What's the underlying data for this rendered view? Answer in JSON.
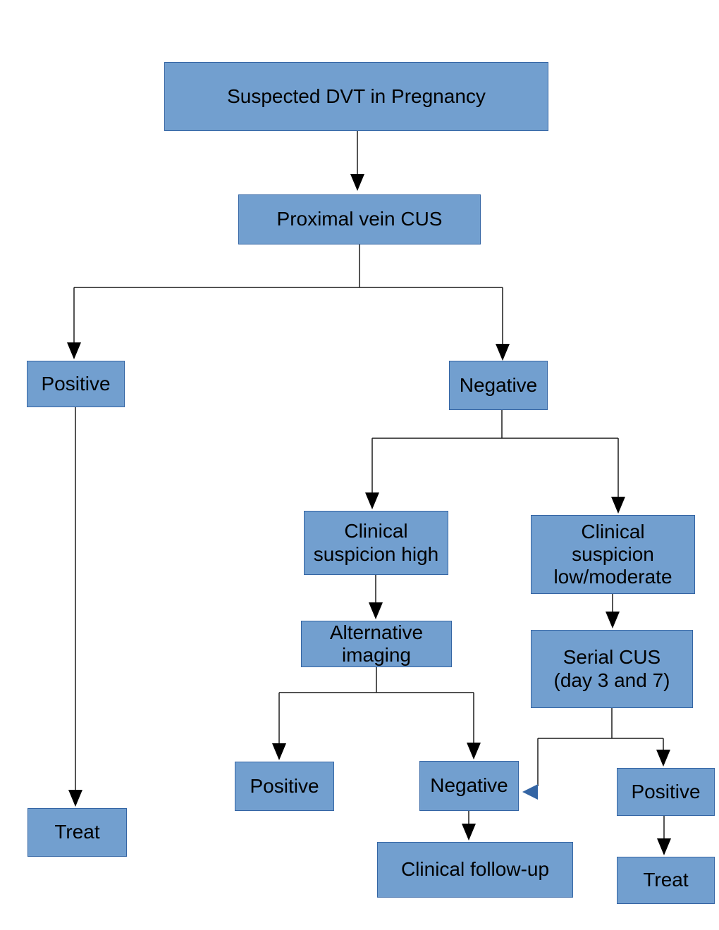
{
  "diagram": {
    "title": "Suspected DVT in Pregnancy flowchart",
    "type": "flowchart"
  },
  "colors": {
    "background": "#ffffff",
    "node_fill": "#729fcf",
    "node_border": "#3465a4",
    "text": "#000000",
    "connector": "#1c1c1c",
    "arrowhead": "#000000",
    "return_arrowhead": "#3465a4"
  },
  "nodes": {
    "suspected": {
      "label": "Suspected DVT in Pregnancy"
    },
    "proximal": {
      "label": "Proximal vein CUS"
    },
    "positive1": {
      "label": "Positive"
    },
    "negative1": {
      "label": "Negative"
    },
    "clinical_high": {
      "label": "Clinical\nsuspicion high"
    },
    "clinical_low": {
      "label": "Clinical\nsuspicion\nlow/moderate"
    },
    "alt_imaging": {
      "label": "Alternative\nimaging"
    },
    "serial_cus": {
      "label": "Serial CUS\n(day 3 and 7)"
    },
    "positive2": {
      "label": "Positive"
    },
    "negative2": {
      "label": "Negative"
    },
    "positive3": {
      "label": "Positive"
    },
    "treat1": {
      "label": "Treat"
    },
    "followup": {
      "label": "Clinical follow-up"
    },
    "treat2": {
      "label": "Treat"
    }
  },
  "edges": [
    {
      "from": "suspected",
      "to": "proximal"
    },
    {
      "from": "proximal",
      "to": "positive1"
    },
    {
      "from": "proximal",
      "to": "negative1"
    },
    {
      "from": "positive1",
      "to": "treat1"
    },
    {
      "from": "negative1",
      "to": "clinical_high"
    },
    {
      "from": "negative1",
      "to": "clinical_low"
    },
    {
      "from": "clinical_high",
      "to": "alt_imaging"
    },
    {
      "from": "clinical_low",
      "to": "serial_cus"
    },
    {
      "from": "alt_imaging",
      "to": "positive2"
    },
    {
      "from": "alt_imaging",
      "to": "negative2"
    },
    {
      "from": "serial_cus",
      "to": "negative2"
    },
    {
      "from": "serial_cus",
      "to": "positive3"
    },
    {
      "from": "negative2",
      "to": "followup"
    },
    {
      "from": "positive3",
      "to": "treat2"
    }
  ]
}
